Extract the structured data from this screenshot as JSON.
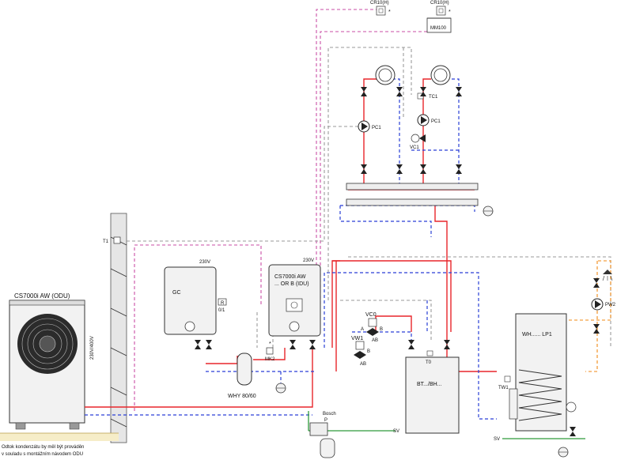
{
  "labels": {
    "odu": "CS7000i AW (ODU)",
    "idu_line1": "CS7000i AW",
    "idu_line2": "... OR B (IDU)",
    "gc": "GC",
    "v230_gc": "230V",
    "v230_idu": "230V",
    "v230_odu": "230V/400V",
    "r_box": "R",
    "r_value": "0/1",
    "mk2": "MK2",
    "why": "WHY 80/60",
    "bosch": "Bosch",
    "bosch_p": "P",
    "vc0": "VC0",
    "vw1": "VW1",
    "port_b_vc0": "B",
    "port_a_vc0": "A",
    "port_ab_vc0": "AB",
    "port_b_vw1": "B",
    "port_ab_vw1": "AB",
    "t0": "T0",
    "bt_bh": "BT.../BH...",
    "wh_lp1": "WH...... LP1",
    "tw1": "TW1",
    "pw2": "PW2",
    "t1": "T1",
    "mm100": "MM100",
    "cr10_left": "CR10(H)",
    "cr10_right": "CR10(H)",
    "asterisk_left": "*",
    "asterisk_right": "*",
    "asterisk_mk2": "*",
    "pc1_left": "PC1",
    "pc1_right": "PC1",
    "tc1": "TC1",
    "vc1": "VC1",
    "sv_bosch": "SV",
    "sv_wh": "SV",
    "condensate_note_line1": "Odtok kondenzátu by měl být prováděn",
    "condensate_note_line2": "v souladu s montážním návodem ODU"
  },
  "colors": {
    "flow": "#e8262b",
    "return": "#2a3fd6",
    "signal_bus": "#c94ea6",
    "sensor_cable": "#9a9a9a",
    "drain": "#2e9a3b",
    "dhw_circulation": "#f08a16"
  }
}
